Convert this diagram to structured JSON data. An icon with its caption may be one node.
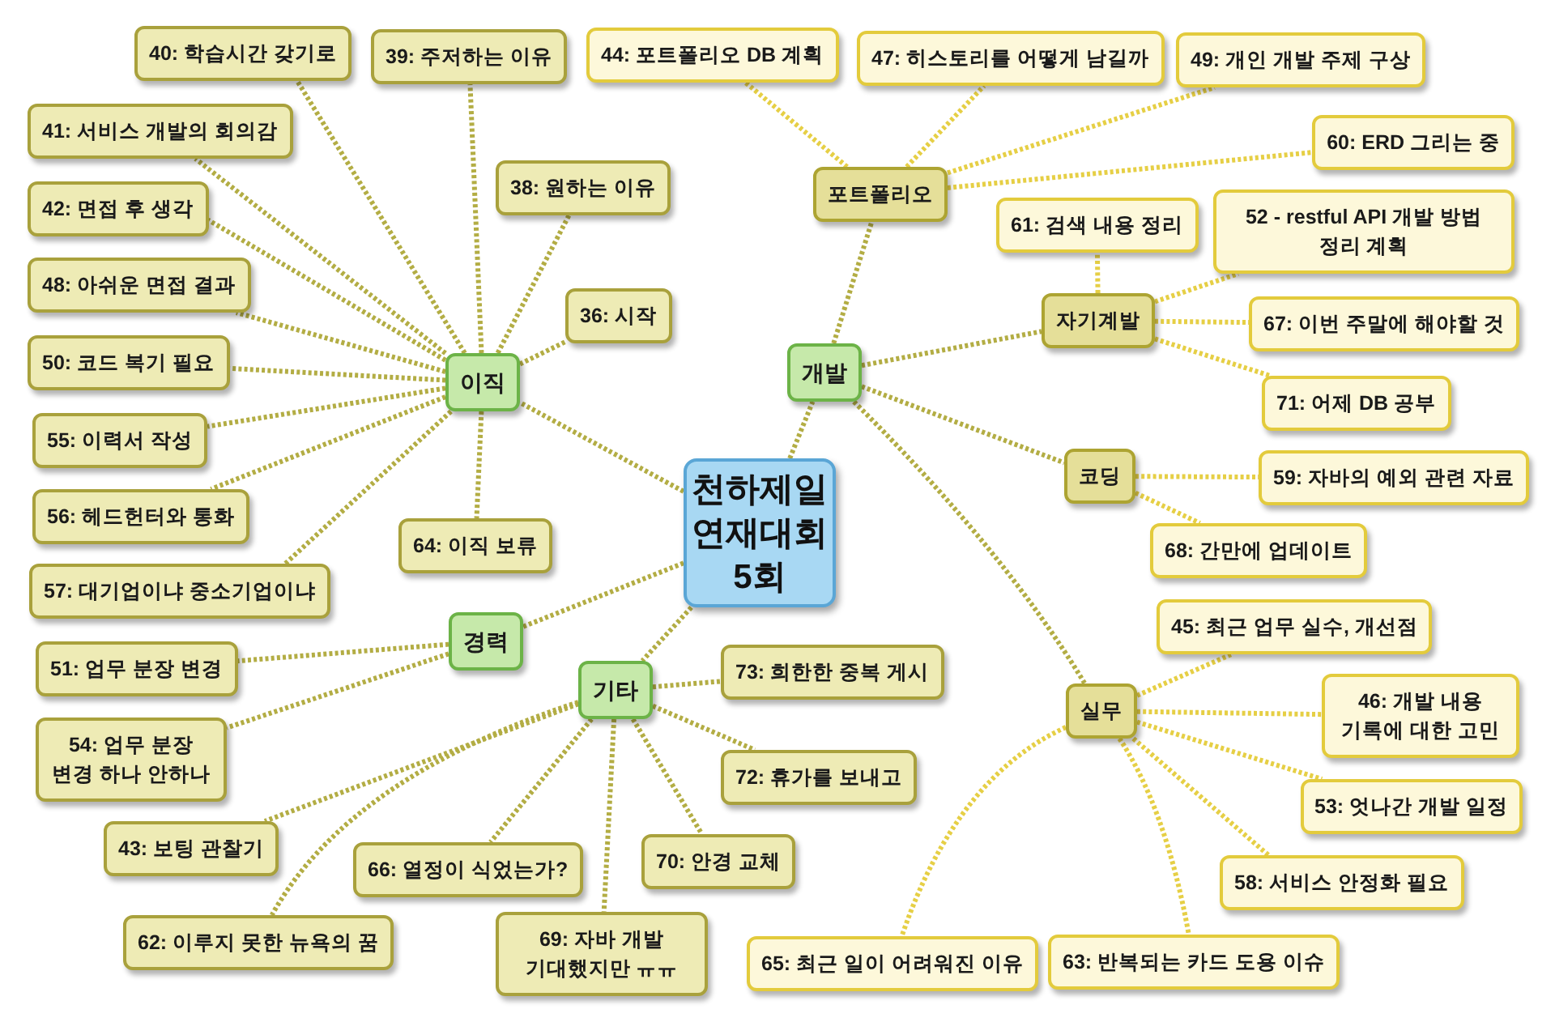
{
  "diagram": {
    "nodes": [
      {
        "text": [
          "천하제일 연재대회 5회"
        ]
      },
      {
        "text": [
          "이직"
        ]
      },
      {
        "text": [
          "40: 학습시간 갖기로"
        ]
      },
      {
        "text": [
          "39: 주저하는 이유"
        ]
      },
      {
        "text": [
          "41: 서비스 개발의 회의감"
        ]
      },
      {
        "text": [
          "38: 원하는 이유"
        ]
      },
      {
        "text": [
          "42: 면접 후 생각"
        ]
      },
      {
        "text": [
          "48: 아쉬운 면접 결과"
        ]
      },
      {
        "text": [
          "36: 시작"
        ]
      },
      {
        "text": [
          "50: 코드 복기 필요"
        ]
      },
      {
        "text": [
          "55: 이력서 작성"
        ]
      },
      {
        "text": [
          "56: 헤드헌터와 통화"
        ]
      },
      {
        "text": [
          "64: 이직 보류"
        ]
      },
      {
        "text": [
          "57: 대기업이냐 중소기업이냐"
        ]
      },
      {
        "text": [
          "경력"
        ]
      },
      {
        "text": [
          "51: 업무 분장 변경"
        ]
      },
      {
        "text": [
          "54: 업무 분장 변경 하나 안하나"
        ]
      },
      {
        "text": [
          "기타"
        ]
      },
      {
        "text": [
          "73: 희한한 중복 게시"
        ]
      },
      {
        "text": [
          "72: 휴가를 보내고"
        ]
      },
      {
        "text": [
          "43: 보팅 관찰기"
        ]
      },
      {
        "text": [
          "66: 열정이 식었는가?"
        ]
      },
      {
        "text": [
          "70: 안경 교체"
        ]
      },
      {
        "text": [
          "62: 이루지 못한 뉴욕의 꿈"
        ]
      },
      {
        "text": [
          "69: 자바 개발 기대했지만 ㅠㅠ"
        ]
      },
      {
        "text": [
          "개발"
        ]
      },
      {
        "text": [
          "포트폴리오"
        ]
      },
      {
        "text": [
          "44: 포트폴리오 DB 계획"
        ]
      },
      {
        "text": [
          "47: 히스토리를 어떻게 남길까"
        ]
      },
      {
        "text": [
          "49: 개인 개발 주제 구상"
        ]
      },
      {
        "text": [
          "60: ERD 그리는 중"
        ]
      },
      {
        "text": [
          "자기계발"
        ]
      },
      {
        "text": [
          "61: 검색 내용 정리"
        ]
      },
      {
        "text": [
          "52 - restful API 개발 방법 정리 계획"
        ]
      },
      {
        "text": [
          "67: 이번 주말에 해야할 것"
        ]
      },
      {
        "text": [
          "71: 어제 DB 공부"
        ]
      },
      {
        "text": [
          "코딩"
        ]
      },
      {
        "text": [
          "59: 자바의 예외 관련 자료"
        ]
      },
      {
        "text": [
          "68: 간만에 업데이트"
        ]
      },
      {
        "text": [
          "실무"
        ]
      },
      {
        "text": [
          "45: 최근 업무 실수, 개선점"
        ]
      },
      {
        "text": [
          "46: 개발 내용 기록에 대한 고민"
        ]
      },
      {
        "text": [
          "53: 엇나간 개발 일정"
        ]
      },
      {
        "text": [
          "58: 서비스 안정화 필요"
        ]
      },
      {
        "text": [
          "65: 최근 일이 어려워진 이유"
        ]
      },
      {
        "text": [
          "63: 반복되는 카드 도용 이슈"
        ]
      }
    ],
    "edges": [
      {
        "from": 0,
        "to": 1,
        "arrow": "none"
      },
      {
        "from": 1,
        "to": 2,
        "arrow": "none"
      },
      {
        "from": 1,
        "to": 3,
        "arrow": "none"
      },
      {
        "from": 1,
        "to": 4,
        "arrow": "none"
      },
      {
        "from": 1,
        "to": 5,
        "arrow": "none"
      },
      {
        "from": 1,
        "to": 6,
        "arrow": "none"
      },
      {
        "from": 1,
        "to": 7,
        "arrow": "none"
      },
      {
        "from": 1,
        "to": 8,
        "arrow": "none"
      },
      {
        "from": 1,
        "to": 9,
        "arrow": "none"
      },
      {
        "from": 1,
        "to": 10,
        "arrow": "none"
      },
      {
        "from": 1,
        "to": 11,
        "arrow": "none"
      },
      {
        "from": 1,
        "to": 12,
        "arrow": "none"
      },
      {
        "from": 1,
        "to": 13,
        "arrow": "none"
      },
      {
        "from": 0,
        "to": 14,
        "arrow": "none"
      },
      {
        "from": 14,
        "to": 15,
        "arrow": "none"
      },
      {
        "from": 14,
        "to": 16,
        "arrow": "none"
      },
      {
        "from": 0,
        "to": 17,
        "arrow": "none"
      },
      {
        "from": 17,
        "to": 18,
        "arrow": "none"
      },
      {
        "from": 17,
        "to": 19,
        "arrow": "none"
      },
      {
        "from": 17,
        "to": 20,
        "arrow": "none"
      },
      {
        "from": 17,
        "to": 21,
        "arrow": "none"
      },
      {
        "from": 17,
        "to": 22,
        "arrow": "none"
      },
      {
        "from": 17,
        "to": 23,
        "arrow": "none"
      },
      {
        "from": 17,
        "to": 24,
        "arrow": "none"
      },
      {
        "from": 0,
        "to": 25,
        "arrow": "none"
      },
      {
        "from": 25,
        "to": 26,
        "arrow": "none"
      },
      {
        "from": 26,
        "to": 27,
        "arrow": "none",
        "color": "#e6cf45"
      },
      {
        "from": 26,
        "to": 28,
        "arrow": "none",
        "color": "#e6cf45"
      },
      {
        "from": 26,
        "to": 29,
        "arrow": "none",
        "color": "#e6cf45"
      },
      {
        "from": 26,
        "to": 30,
        "arrow": "none",
        "color": "#e6cf45"
      },
      {
        "from": 25,
        "to": 31,
        "arrow": "none"
      },
      {
        "from": 31,
        "to": 32,
        "arrow": "none",
        "color": "#e6cf45"
      },
      {
        "from": 31,
        "to": 33,
        "arrow": "none",
        "color": "#e6cf45"
      },
      {
        "from": 31,
        "to": 34,
        "arrow": "none",
        "color": "#e6cf45"
      },
      {
        "from": 31,
        "to": 35,
        "arrow": "none",
        "color": "#e6cf45"
      },
      {
        "from": 25,
        "to": 36,
        "arrow": "none"
      },
      {
        "from": 36,
        "to": 37,
        "arrow": "none",
        "color": "#e6cf45"
      },
      {
        "from": 36,
        "to": 38,
        "arrow": "none",
        "color": "#e6cf45"
      },
      {
        "from": 25,
        "to": 39,
        "arrow": "none"
      },
      {
        "from": 39,
        "to": 40,
        "arrow": "none",
        "color": "#e6cf45"
      },
      {
        "from": 39,
        "to": 41,
        "arrow": "none",
        "color": "#e6cf45"
      },
      {
        "from": 39,
        "to": 42,
        "arrow": "none",
        "color": "#e6cf45"
      },
      {
        "from": 39,
        "to": 43,
        "arrow": "none",
        "color": "#e6cf45"
      },
      {
        "from": 39,
        "to": 44,
        "arrow": "none",
        "color": "#e6cf45"
      },
      {
        "from": 39,
        "to": 45,
        "arrow": "none",
        "color": "#e6cf45"
      }
    ]
  }
}
